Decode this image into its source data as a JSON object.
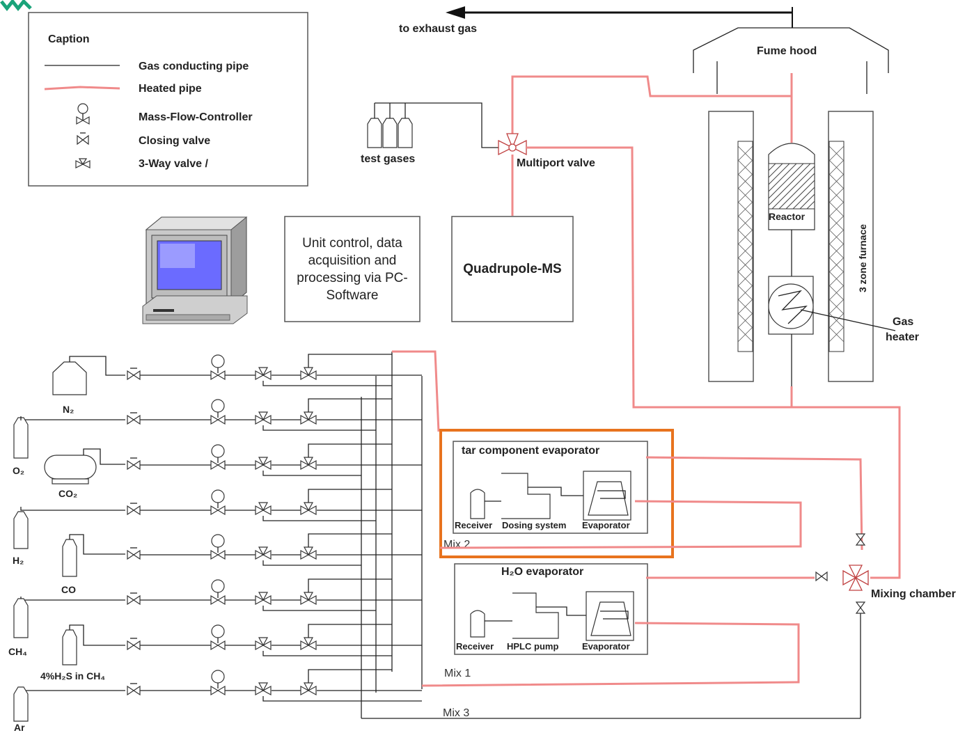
{
  "caption": {
    "title": "Caption",
    "items": [
      {
        "symbol": "gas-pipe",
        "label": "Gas conducting pipe"
      },
      {
        "symbol": "heated-pipe",
        "label": "Heated pipe"
      },
      {
        "symbol": "mass-flow-controller",
        "label": "Mass-Flow-Controller"
      },
      {
        "symbol": "closing-valve",
        "label": "Closing valve"
      },
      {
        "symbol": "three-way-valve",
        "label": "3-Way valve /"
      }
    ]
  },
  "top": {
    "exhaust": "to exhaust gas",
    "fume_hood": "Fume hood",
    "test_gases": "test gases",
    "multiport_valve": "Multiport valve"
  },
  "boxes": {
    "pc_software": [
      "Unit control, data",
      "acquisition and",
      "processing via PC-",
      "Software"
    ],
    "quadrupole": "Quadrupole-MS"
  },
  "reactor": {
    "reactor": "Reactor",
    "furnace": "3 zone furnace",
    "gas_heater_1": "Gas",
    "gas_heater_2": "heater"
  },
  "gases": [
    {
      "name": "N₂"
    },
    {
      "name": "O₂"
    },
    {
      "name": "CO₂"
    },
    {
      "name": "H₂"
    },
    {
      "name": "CO"
    },
    {
      "name": "CH₄"
    },
    {
      "name": "4%H₂S in CH₄"
    },
    {
      "name": "Ar"
    }
  ],
  "tar_evaporator": {
    "title": "tar component evaporator",
    "receiver": "Receiver",
    "dosing": "Dosing system",
    "evaporator": "Evaporator"
  },
  "h2o_evaporator": {
    "title": "H₂O evaporator",
    "receiver": "Receiver",
    "pump": "HPLC pump",
    "evaporator": "Evaporator"
  },
  "mixes": {
    "mix1": "Mix 1",
    "mix2": "Mix 2",
    "mix3": "Mix 3"
  },
  "mixing_chamber": "Mixing chamber",
  "colors": {
    "heated_pipe": "#f08a8a",
    "highlight": "#e8731e",
    "logo": "#1aa37a"
  }
}
